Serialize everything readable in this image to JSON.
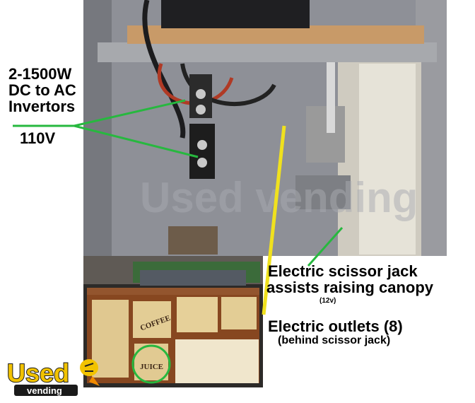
{
  "labels": {
    "invertors": [
      "2-1500W",
      "DC to AC",
      "Invertors"
    ],
    "voltage": "110V",
    "scissor": [
      "Electric scissor jack",
      "assists raising canopy"
    ],
    "scissor_note": "(12v)",
    "outlets": "Electric outlets (8)",
    "outlets_note": "(behind scissor jack)"
  },
  "cart_signs": {
    "coffee": "COFFEE",
    "juice": "JUICE"
  },
  "logo": {
    "word": "Used",
    "tagline": "vending"
  },
  "watermark": "Used vending",
  "colors": {
    "pointer_green": "#27b83f",
    "pointer_yellow": "#f0e11e"
  }
}
